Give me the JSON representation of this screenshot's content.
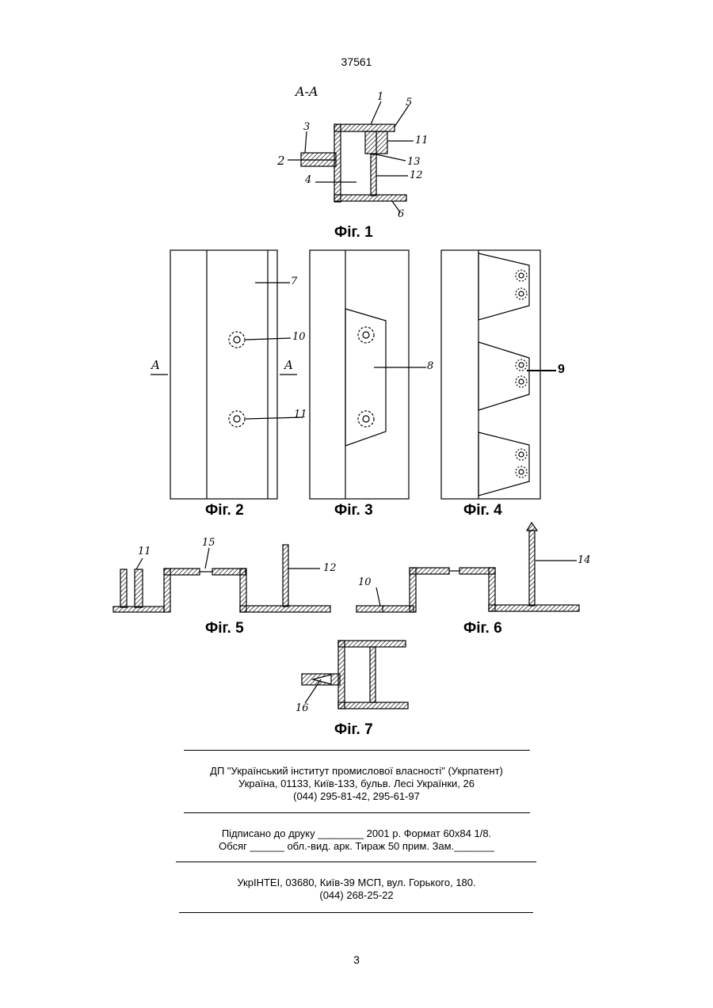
{
  "header": {
    "doc_number": "37561"
  },
  "figures": {
    "section_label": "A-A",
    "fig1": {
      "label": "Фіг. 1",
      "refs": [
        "1",
        "5",
        "3",
        "11",
        "2",
        "13",
        "4",
        "12",
        "6"
      ]
    },
    "fig2": {
      "label": "Фіг. 2",
      "refs": [
        "7",
        "10",
        "11"
      ],
      "cut_left": "A",
      "cut_right": "A"
    },
    "fig3": {
      "label": "Фіг. 3",
      "refs": [
        "8"
      ]
    },
    "fig4": {
      "label": "Фіг. 4",
      "refs": [
        "9"
      ]
    },
    "fig5": {
      "label": "Фіг. 5",
      "refs": [
        "11",
        "15",
        "12"
      ]
    },
    "fig6": {
      "label": "Фіг. 6",
      "refs": [
        "10",
        "14"
      ]
    },
    "fig7": {
      "label": "Фіг. 7",
      "refs": [
        "16"
      ]
    }
  },
  "imprint": {
    "publisher_line1": "ДП \"Український інститут промислової власності\" (Укрпатент)",
    "publisher_line2": "Україна, 01133, Київ-133, бульв. Лесі Українки, 26",
    "publisher_line3": "(044) 295-81-42, 295-61-97",
    "print_line1": "Підписано до друку ________ 2001 р.    Формат 60x84 1/8.",
    "print_line2": "Обсяг ______ обл.-вид. арк.   Тираж 50 прим.    Зам._______",
    "printer_line1": "УкрІНТЕІ, 03680, Київ-39 МСП, вул. Горького, 180.",
    "printer_line2": "(044) 268-25-22"
  },
  "footer": {
    "page_number": "3"
  }
}
